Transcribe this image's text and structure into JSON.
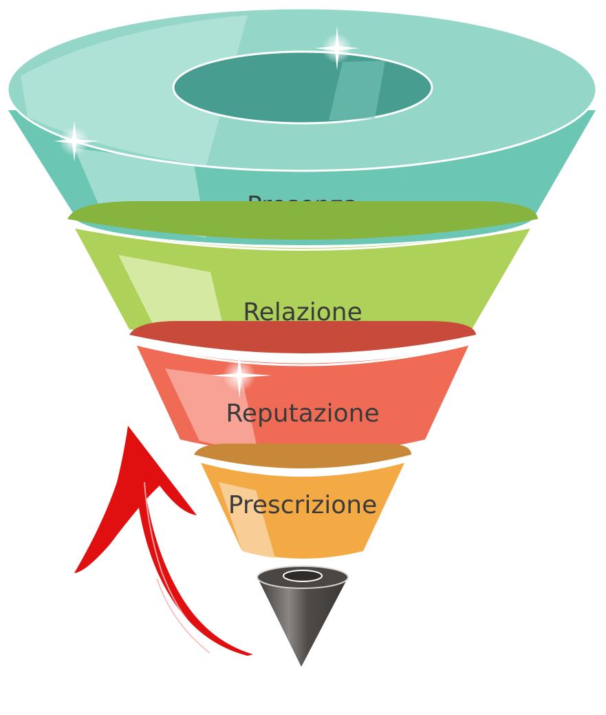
{
  "funnel": {
    "stages": [
      {
        "label": "Presenza",
        "color": "#6cc6b4"
      },
      {
        "label": "Relazione",
        "color": "#aed159"
      },
      {
        "label": "Reputazione",
        "color": "#ef6b55"
      },
      {
        "label": "Prescrizione",
        "color": "#f3aa45"
      }
    ],
    "tip_color": "#5c5855",
    "arrow_color": "#e01010"
  }
}
